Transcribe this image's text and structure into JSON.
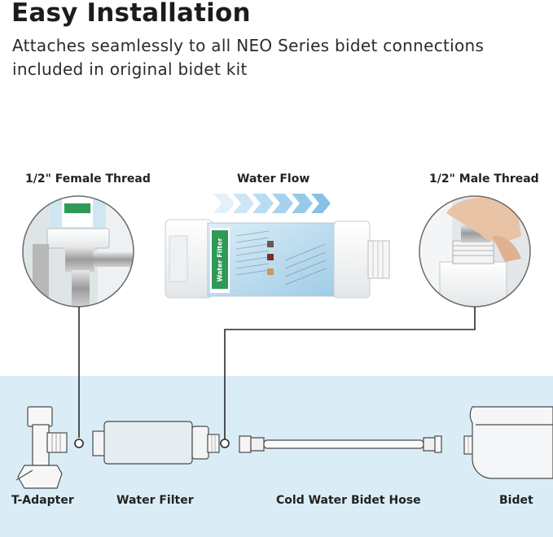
{
  "header": {
    "title": "Easy Installation",
    "subtitle": "Attaches seamlessly to all NEO Series bidet connections included in original bidet kit"
  },
  "callouts": {
    "female_thread": "1/2\" Female Thread",
    "water_flow": "Water Flow",
    "male_thread": "1/2\" Male Thread"
  },
  "filter_label": "Water Filter",
  "components": {
    "t_adapter": "T-Adapter",
    "water_filter": "Water Filter",
    "hose": "Cold Water Bidet Hose",
    "bidet": "Bidet"
  },
  "colors": {
    "band": "#daedf6",
    "arrow": "#a9d3ec",
    "filter_label_green": "#2e9a55",
    "line": "#2a2a2a"
  }
}
